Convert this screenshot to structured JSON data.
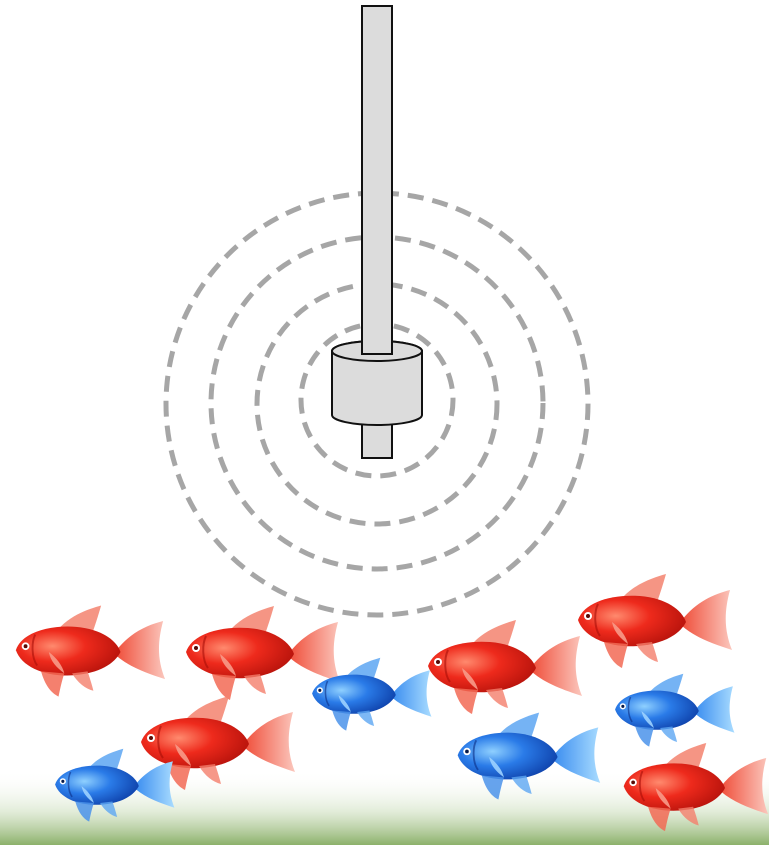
{
  "scene": {
    "device": "transducer-rod",
    "emitter": "cylindrical-sound-source",
    "wave_rings": 4,
    "wave_style": "dashed",
    "fish": [
      {
        "color": "red",
        "facing": "left"
      },
      {
        "color": "red",
        "facing": "left"
      },
      {
        "color": "red",
        "facing": "left"
      },
      {
        "color": "red",
        "facing": "left"
      },
      {
        "color": "red",
        "facing": "left"
      },
      {
        "color": "red",
        "facing": "left"
      },
      {
        "color": "blue",
        "facing": "left"
      },
      {
        "color": "blue",
        "facing": "left"
      },
      {
        "color": "blue",
        "facing": "left"
      },
      {
        "color": "blue",
        "facing": "left"
      }
    ]
  },
  "colors": {
    "rod_fill": "#dcdcdc",
    "rod_stroke": "#111111",
    "wave_stroke": "#a6a6a6",
    "red_fish": "#e8231a",
    "red_fish_fin": "#f47a6a",
    "blue_fish": "#1f5fd6",
    "blue_fish_fin": "#4f9bf0",
    "ground": "#6f9a4a"
  }
}
